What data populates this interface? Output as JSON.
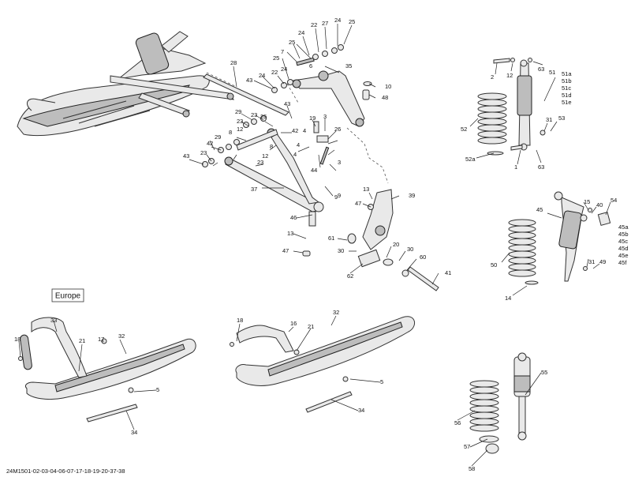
{
  "region_label": "Europe",
  "footer_code": "24M1501-02-03-04-06-07-17-18-19-20-37-38",
  "callouts": [
    "28",
    "24",
    "22",
    "27",
    "24",
    "25",
    "25",
    "7",
    "25",
    "6",
    "35",
    "43",
    "24",
    "22",
    "24",
    "10",
    "48",
    "43",
    "29",
    "23",
    "25",
    "19",
    "3",
    "23",
    "42",
    "12",
    "26",
    "9",
    "8",
    "4",
    "4",
    "29",
    "42",
    "8",
    "4",
    "44",
    "3",
    "43",
    "23",
    "23",
    "12",
    "37",
    "9",
    "13",
    "39",
    "47",
    "46",
    "13",
    "61",
    "20",
    "30",
    "47",
    "30",
    "60",
    "62",
    "41",
    "2",
    "12",
    "51",
    "63",
    "51a",
    "51b",
    "51c",
    "51d",
    "51e",
    "52",
    "31",
    "53",
    "52a",
    "1",
    "63",
    "15",
    "40",
    "54",
    "45",
    "45a",
    "45b",
    "45c",
    "45d",
    "45e",
    "45f",
    "50",
    "31",
    "49",
    "14",
    "18",
    "33",
    "21",
    "17",
    "32",
    "5",
    "34",
    "18",
    "16",
    "21",
    "32",
    "5",
    "34",
    "55",
    "56",
    "57",
    "58"
  ],
  "colors": {
    "line": "#222222",
    "fill": "#e9e9e9",
    "shade": "#bdbdbd"
  }
}
